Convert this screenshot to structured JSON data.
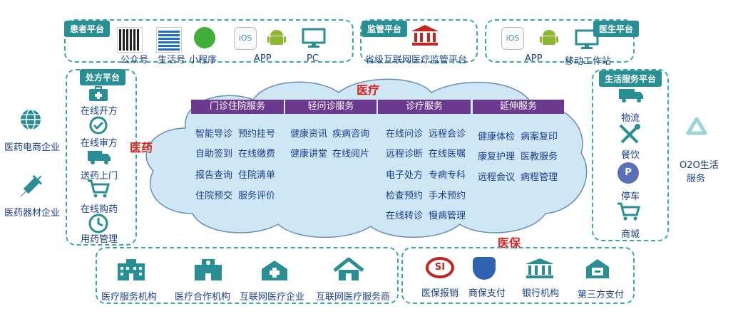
{
  "patient_platform": {
    "tag": "患者平台",
    "items": [
      "公众号",
      "生活号",
      "小程序",
      "APP",
      "PC"
    ]
  },
  "supervision_platform": {
    "tag": "监管平台",
    "label": "省级互联网医疗监管平台"
  },
  "doctor_platform": {
    "tag": "医生平台",
    "items": [
      "APP",
      "移动工作站"
    ]
  },
  "prescription_platform": {
    "tag": "处方平台",
    "items": [
      "在线开方",
      "在线审方",
      "送药上门",
      "在线购药",
      "用药管理"
    ]
  },
  "life_platform": {
    "tag": "生活服务平台",
    "items": [
      "物流",
      "餐饮",
      "停车",
      "商城"
    ]
  },
  "left_orgs": [
    "医药电商企业",
    "医药器材企业"
  ],
  "right_o2o": {
    "line1": "O2O生活",
    "line2": "服务"
  },
  "cloud": {
    "medical_label": "医疗",
    "pharma_label": "医药",
    "insurance_label": "医保",
    "columns": [
      {
        "header": "门诊住院服务",
        "items": [
          "智能导诊",
          "预约挂号",
          "自助签到",
          "在线缴费",
          "报告查询",
          "住院清单",
          "住院预交",
          "服务评价"
        ]
      },
      {
        "header": "轻问诊服务",
        "items": [
          "健康资讯",
          "疾病咨询",
          "健康讲堂",
          "在线阅片"
        ]
      },
      {
        "header": "诊疗服务",
        "items": [
          "在线问诊",
          "远程会诊",
          "远程诊断",
          "在线医嘱",
          "电子处方",
          "专病专科",
          "检查预约",
          "手术预约",
          "在线转诊",
          "慢病管理"
        ]
      },
      {
        "header": "延伸服务",
        "items": [
          "健康体检",
          "病案复印",
          "康复护理",
          "医教服务",
          "远程会议",
          "病程管理"
        ]
      }
    ]
  },
  "bottom_left": [
    "医疗服务机构",
    "医疗合作机构",
    "互联网医疗企业",
    "互联网医疗服务商"
  ],
  "bottom_right": [
    "医保报销",
    "商保支付",
    "银行机构",
    "第三方支付"
  ],
  "colors": {
    "teal": "#2a8e95",
    "purple": "#6b3a8e",
    "red": "#e0201a",
    "text": "#1a3e8c",
    "cloud": "#cfe6f4"
  }
}
